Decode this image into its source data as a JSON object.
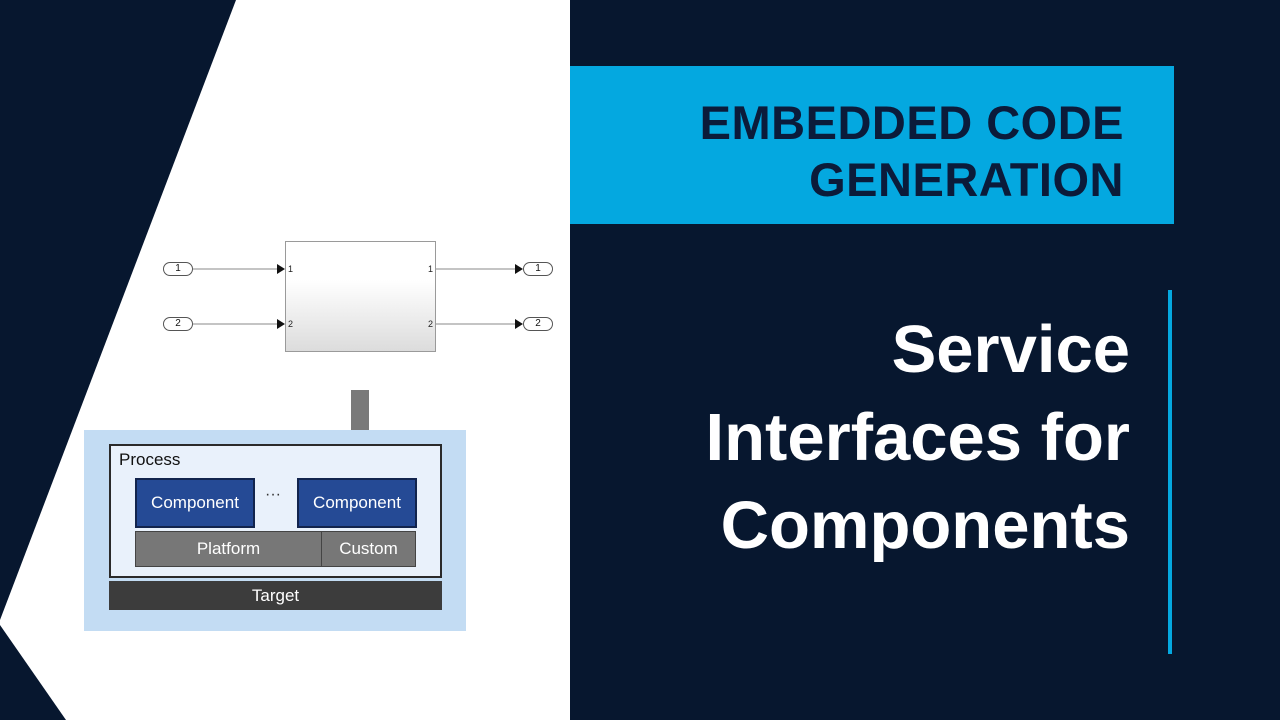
{
  "banner": {
    "line1": "EMBEDDED CODE",
    "line2": "GENERATION"
  },
  "title": {
    "line1": "Service",
    "line2": "Interfaces for",
    "line3": "Components"
  },
  "block_diagram": {
    "inports": [
      "1",
      "2"
    ],
    "outports": [
      "1",
      "2"
    ],
    "block_in_ports": [
      "1",
      "2"
    ],
    "block_out_ports": [
      "1",
      "2"
    ]
  },
  "architecture": {
    "process_label": "Process",
    "component_left": "Component",
    "ellipsis": "···",
    "component_right": "Component",
    "platform": "Platform",
    "custom": "Custom",
    "target": "Target"
  },
  "colors": {
    "navy": "#07172f",
    "accent_blue": "#04a8e0",
    "component_blue": "#254a95",
    "arch_bg": "#c3dcf3"
  }
}
